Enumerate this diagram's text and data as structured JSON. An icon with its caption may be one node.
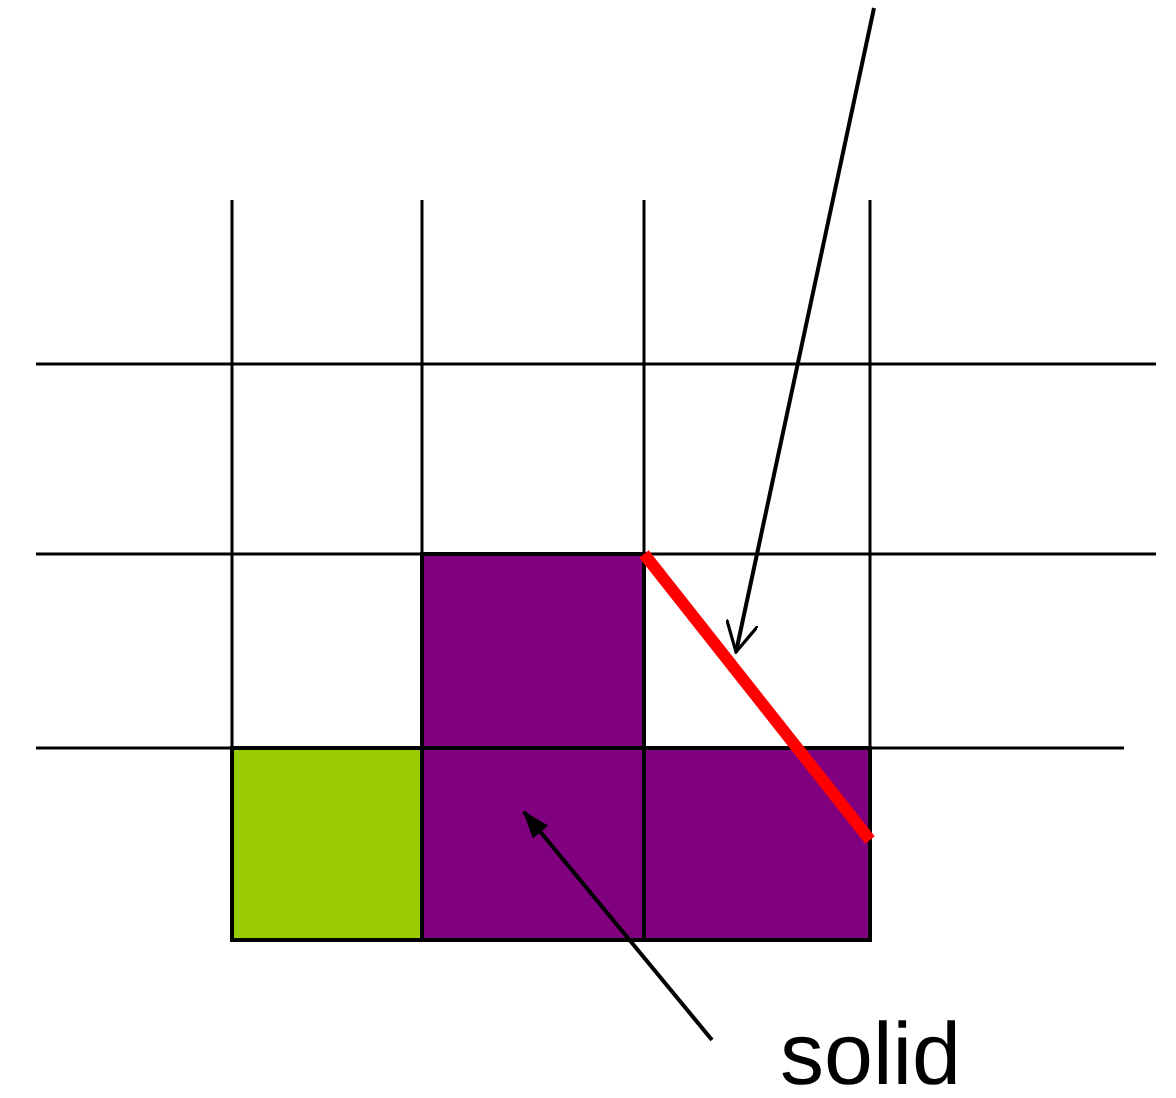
{
  "diagram": {
    "nodes": [
      {
        "text": [
          "solid"
        ]
      },
      {
        "text": [],
        "shape": "box"
      },
      {
        "text": [],
        "shape": "bar"
      }
    ],
    "edges": [
      {
        "from": 0,
        "to": 1,
        "arrow": "to"
      },
      {
        "from": null,
        "to": 2,
        "arrow": "to"
      }
    ]
  }
}
